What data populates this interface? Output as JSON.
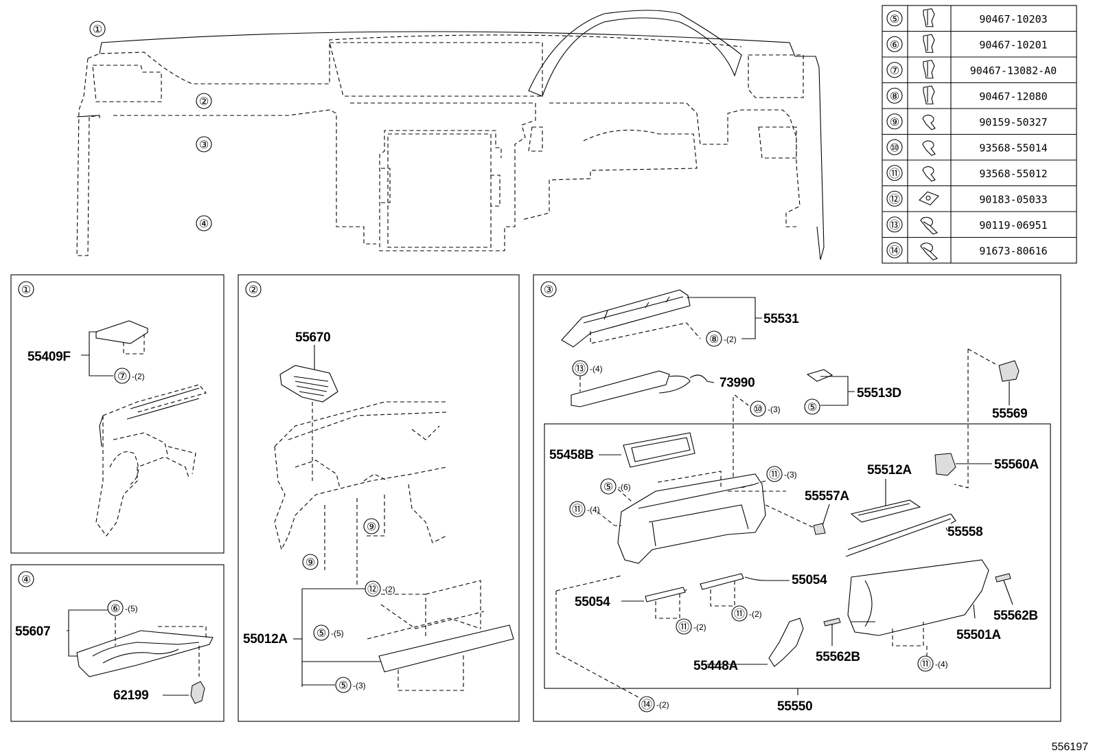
{
  "diagram_id": "556197",
  "fastener_table": [
    {
      "ref": "⑤",
      "part": "90467-10203",
      "icon": "clip-icon"
    },
    {
      "ref": "⑥",
      "part": "90467-10201",
      "icon": "clip-icon"
    },
    {
      "ref": "⑦",
      "part": "90467-13082-A0",
      "icon": "clip-icon"
    },
    {
      "ref": "⑧",
      "part": "90467-12080",
      "icon": "clip-icon"
    },
    {
      "ref": "⑨",
      "part": "90159-50327",
      "icon": "screw-icon"
    },
    {
      "ref": "⑩",
      "part": "93568-55014",
      "icon": "screw-icon"
    },
    {
      "ref": "⑪",
      "part": "93568-55012",
      "icon": "screw-icon"
    },
    {
      "ref": "⑫",
      "part": "90183-05033",
      "icon": "nut-clip-icon"
    },
    {
      "ref": "⑬",
      "part": "90119-06951",
      "icon": "bolt-icon"
    },
    {
      "ref": "⑭",
      "part": "91673-80616",
      "icon": "bolt-icon"
    }
  ],
  "overview": {
    "callouts": [
      "①",
      "②",
      "③",
      "④"
    ]
  },
  "panel1": {
    "label": "①",
    "parts": {
      "p55409F": "55409F"
    },
    "fasteners": {
      "c7": "⑦",
      "q7": "-(2)"
    }
  },
  "panel2": {
    "label": "②",
    "parts": {
      "p55670": "55670",
      "p55012A": "55012A"
    },
    "fasteners": {
      "c9a": "⑨",
      "c9b": "⑨",
      "c12": "⑫",
      "q12": "-(2)",
      "c5a": "⑤",
      "q5a": "-(5)",
      "c5b": "⑤",
      "q5b": "-(3)"
    }
  },
  "panel3": {
    "label": "③",
    "parts": {
      "p55531": "55531",
      "p73990": "73990",
      "p55513D": "55513D",
      "p55569": "55569",
      "p55458B": "55458B",
      "p55512A": "55512A",
      "p55560A": "55560A",
      "p55557A": "55557A",
      "p55558": "55558",
      "p55054a": "55054",
      "p55054b": "55054",
      "p55562Ba": "55562B",
      "p55562Bb": "55562B",
      "p55501A": "55501A",
      "p55448A": "55448A",
      "p55550": "55550"
    },
    "fasteners": {
      "c8": "⑧",
      "q8": "-(2)",
      "c13": "⑬",
      "q13": "-(4)",
      "c10": "⑩",
      "q10": "-(3)",
      "c5": "⑤",
      "c11a": "⑪",
      "q11a": "-(3)",
      "c5b": "⑤",
      "q5b": "-(6)",
      "c11b": "⑪",
      "q11b": "-(4)",
      "c11c": "⑪",
      "q11c": "-(2)",
      "c11d": "⑪",
      "q11d": "-(2)",
      "c11e": "⑪",
      "q11e": "-(4)",
      "c14": "⑭",
      "q14": "-(2)"
    }
  },
  "panel4": {
    "label": "④",
    "parts": {
      "p55607": "55607",
      "p62199": "62199"
    },
    "fasteners": {
      "c6": "⑥",
      "q6": "-(5)"
    }
  }
}
